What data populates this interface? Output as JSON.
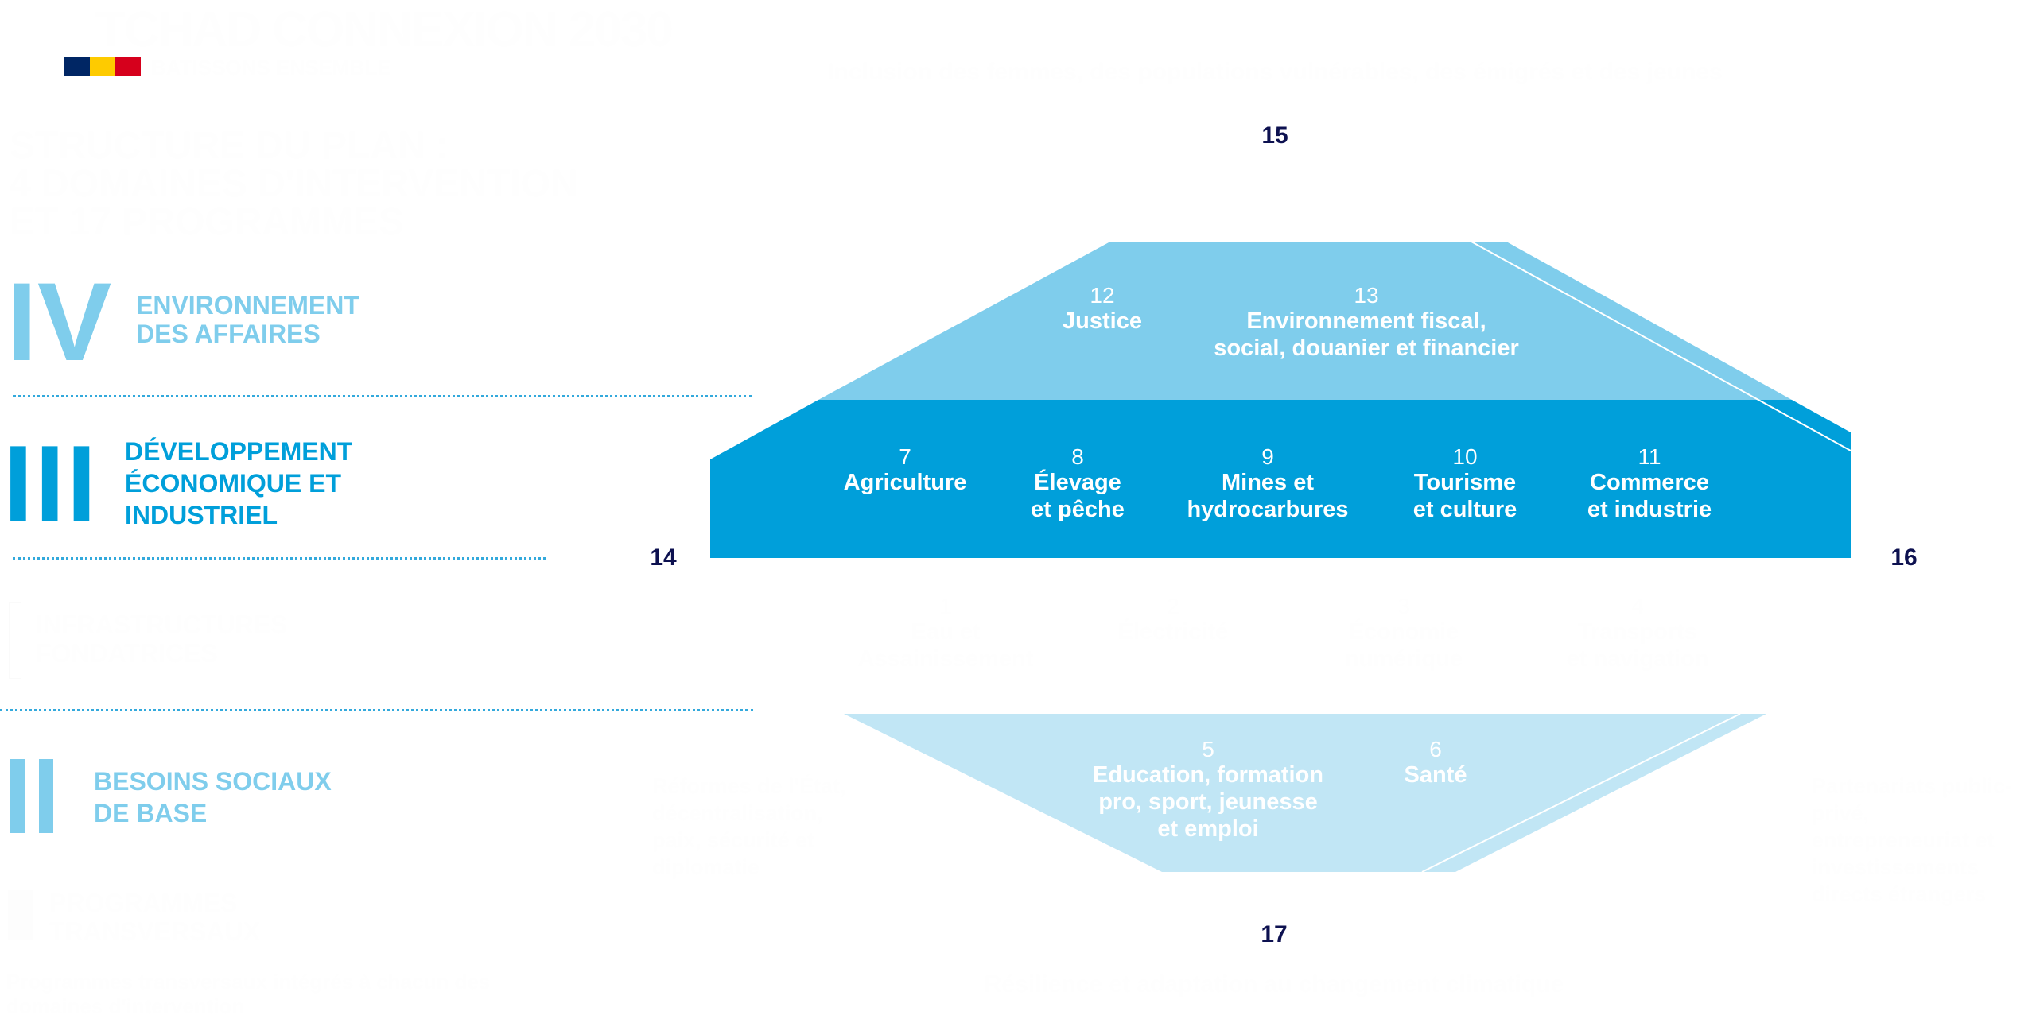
{
  "header": {
    "brand": "TCHAD CONNEXION 2030",
    "tagline": "BATISSONS ENSEMBLE",
    "flag_colors": [
      "#002664",
      "#fecb00",
      "#d6001c"
    ],
    "title_lines": [
      "STRUCTURE DU PLAN :",
      "4 DOMAINES D'INTERVENTION",
      "ET 17 PROGRAMMES"
    ]
  },
  "colors": {
    "domain_iv": "#7fcdec",
    "domain_iii": "#009fda",
    "domain_ii": "#c1e6f5",
    "transversal_number": "#0d1150"
  },
  "domains": [
    {
      "roman": "IV",
      "label_lines": [
        "ENVIRONNEMENT",
        "DES AFFAIRES"
      ]
    },
    {
      "roman": "III",
      "label_lines": [
        "DÉVELOPPEMENT",
        "ÉCONOMIQUE ET",
        "INDUSTRIEL"
      ]
    },
    {
      "roman": "I",
      "label_lines": [
        "INFRASTRUCTURES",
        "FONDATRICES"
      ]
    },
    {
      "roman": "II",
      "label_lines": [
        "BESOINS SOCIAUX",
        "DE BASE"
      ]
    },
    {
      "roman": "I",
      "label_lines": [
        "PROGRAMMES",
        "TRANSVERSAUX"
      ]
    }
  ],
  "programs": {
    "p1": {
      "n": "1",
      "lines": [
        "Eau et",
        "Assainissement"
      ]
    },
    "p2": {
      "n": "2",
      "lines": [
        "Électricité"
      ]
    },
    "p3": {
      "n": "3",
      "lines": [
        "Économie",
        "numérique"
      ]
    },
    "p4": {
      "n": "4",
      "lines": [
        "Transports",
        "et navigation"
      ]
    },
    "p5": {
      "n": "5",
      "lines": [
        "Education, formation",
        "pro, sport, jeunesse",
        "et emploi"
      ]
    },
    "p6": {
      "n": "6",
      "lines": [
        "Santé"
      ]
    },
    "p7": {
      "n": "7",
      "lines": [
        "Agriculture"
      ]
    },
    "p8": {
      "n": "8",
      "lines": [
        "Élevage",
        "et pêche"
      ]
    },
    "p9": {
      "n": "9",
      "lines": [
        "Mines et",
        "hydrocarbures"
      ]
    },
    "p10": {
      "n": "10",
      "lines": [
        "Tourisme",
        "et culture"
      ]
    },
    "p11": {
      "n": "11",
      "lines": [
        "Commerce",
        "et industrie"
      ]
    },
    "p12": {
      "n": "12",
      "lines": [
        "Justice"
      ]
    },
    "p13": {
      "n": "13",
      "lines": [
        "Environnement fiscal,",
        "social, douanier et financier"
      ]
    }
  },
  "transversal": {
    "p14": {
      "n": "14",
      "text": "Réformes de l'État, décentralisation, paix, sécurité et diplomatie"
    },
    "p15": {
      "n": "15",
      "text": "Inclusion des femmes, des populations vulnérables, des émigrés et des jeunes"
    },
    "p16": {
      "n": "16",
      "text": "Partenariats public-privé, entrepreneuriat et investissements directs étrangers"
    },
    "p17": {
      "n": "17",
      "text": "Résilience et adaptation au changement climatique"
    }
  },
  "footnote": "Programmes transversaux intégrés à chacun des domaines d'intervention"
}
